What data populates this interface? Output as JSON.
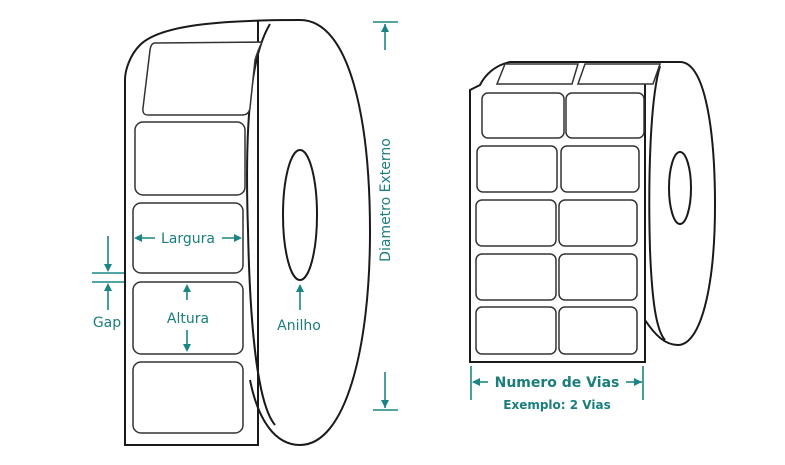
{
  "labels": {
    "largura": "Largura",
    "altura": "Altura",
    "gap": "Gap",
    "anilho": "Anilho",
    "diametro": "Diametro Externo",
    "numero_vias": "Numero de Vias",
    "exemplo": "Exemplo: 2 Vias"
  },
  "colors": {
    "accent": "#1b8585",
    "line": "#1a1a1a"
  }
}
